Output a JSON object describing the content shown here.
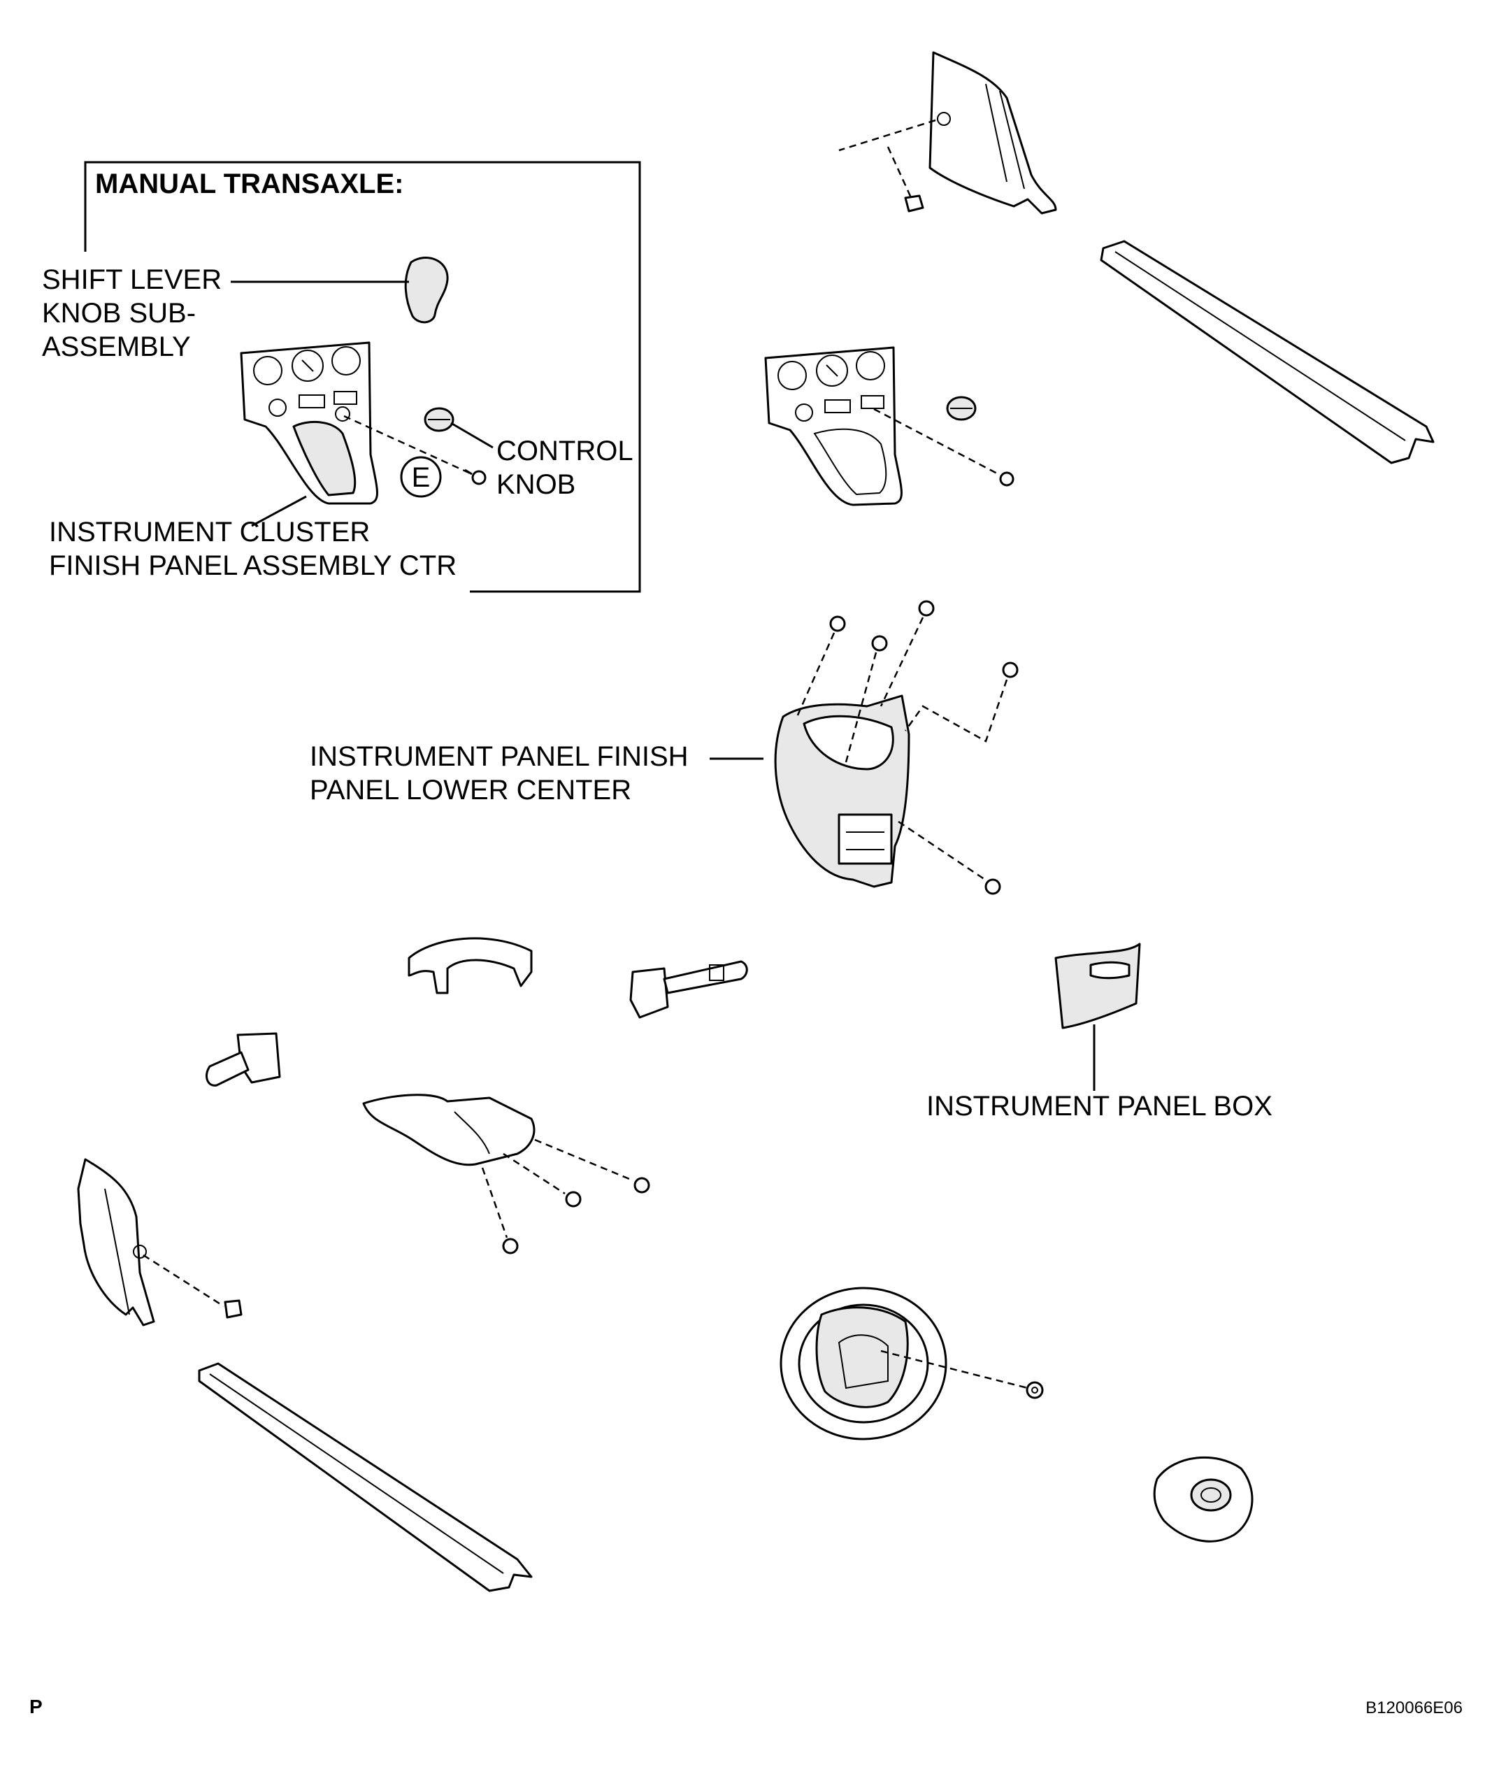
{
  "inset": {
    "title": "MANUAL TRANSAXLE:",
    "shift_lever_label": [
      "SHIFT LEVER",
      "KNOB SUB-",
      "ASSEMBLY"
    ],
    "control_knob_label": [
      "CONTROL",
      "KNOB"
    ],
    "cluster_label": [
      "INSTRUMENT CLUSTER",
      "FINISH PANEL ASSEMBLY CTR"
    ],
    "callout_letter": "E"
  },
  "labels": {
    "lower_center": [
      "INSTRUMENT PANEL FINISH",
      "PANEL LOWER CENTER"
    ],
    "panel_box": "INSTRUMENT PANEL BOX"
  },
  "footer": {
    "section_letter": "P",
    "figure_id": "B120066E06"
  }
}
